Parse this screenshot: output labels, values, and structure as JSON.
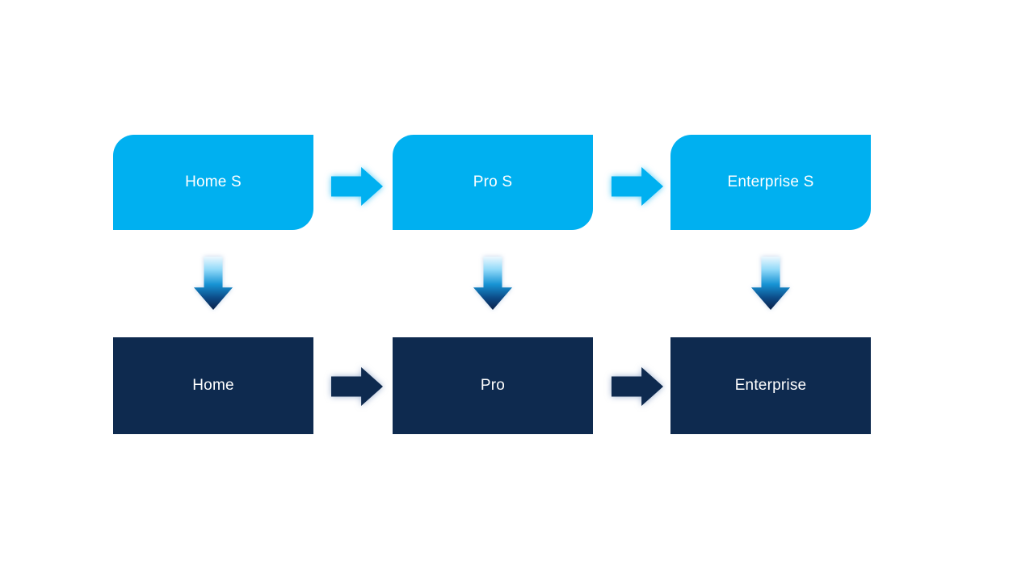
{
  "slide": {
    "background": "#FFFFFF"
  },
  "colors": {
    "light_blue": "#00B0F0",
    "dark_navy": "#0E2A4F",
    "label_text": "#FFFFFF",
    "light_arrow_glow": "rgba(0,176,240,0.65)",
    "dark_arrow_glow": "rgba(95,125,175,0.6)",
    "down_arrow_gradient_stops": [
      "#EDF8FE",
      "#8ED8F8",
      "#1793D4",
      "#0C4A86",
      "#0A2148"
    ]
  },
  "diagram": {
    "type": "flow",
    "columns": [
      {
        "top_label": "Home S",
        "bottom_label": "Home"
      },
      {
        "top_label": "Pro S",
        "bottom_label": "Pro"
      },
      {
        "top_label": "Enterprise S",
        "bottom_label": "Enterprise"
      }
    ],
    "connectors": {
      "top_row": "right-arrow",
      "bottom_row": "right-arrow",
      "columns": "down-arrow"
    }
  }
}
